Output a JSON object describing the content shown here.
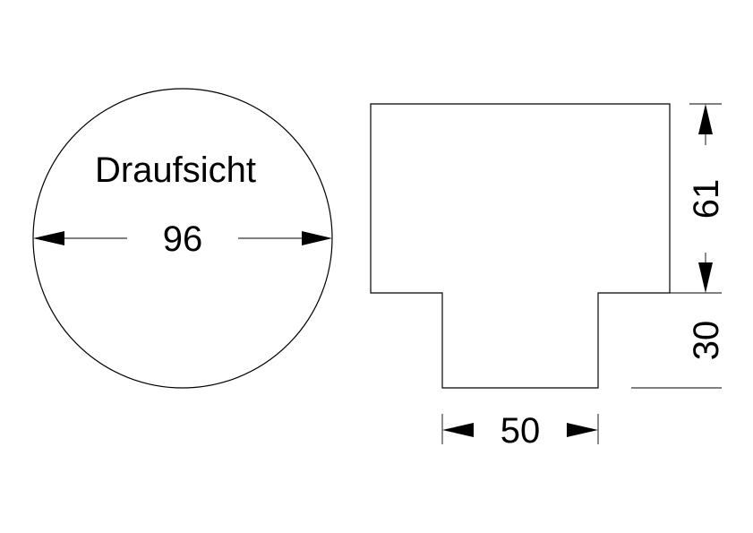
{
  "top_view": {
    "label": "Draufsicht",
    "diameter": "96"
  },
  "side_view": {
    "upper_height": "61",
    "stem_height": "30",
    "stem_width": "50"
  }
}
